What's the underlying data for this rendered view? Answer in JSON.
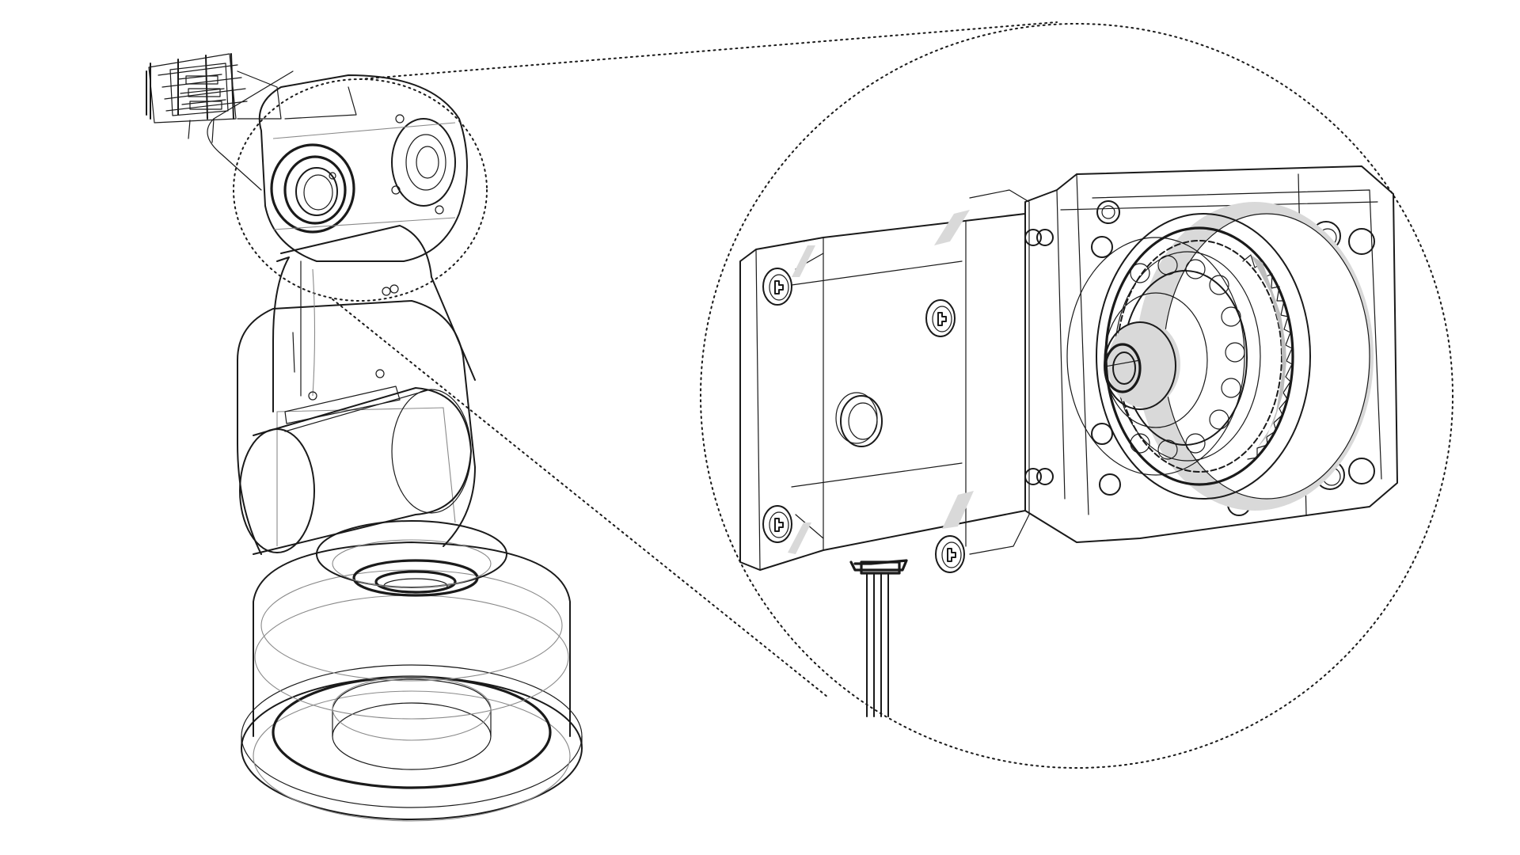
{
  "figure": {
    "kind": "exploded-detail technical illustration",
    "colors": {
      "background": "#ffffff",
      "line": "#1a1a1a",
      "hidden_line": "#8a8a8a",
      "shading": "#d9d9d9"
    },
    "parts": {
      "robot_arm": [
        "gripper",
        "wrist-joint",
        "upper-arm-link",
        "elbow-joint",
        "lower-arm-link",
        "base-dome",
        "base-plate"
      ],
      "detail_view": [
        "stepper-motor",
        "mounting-screws",
        "planetary-gearbox",
        "ring-gear",
        "output-shaft",
        "connector-pins"
      ]
    },
    "callout": {
      "style": "dotted circle magnifier",
      "source": "wrist-joint",
      "target": "detail-view"
    }
  }
}
